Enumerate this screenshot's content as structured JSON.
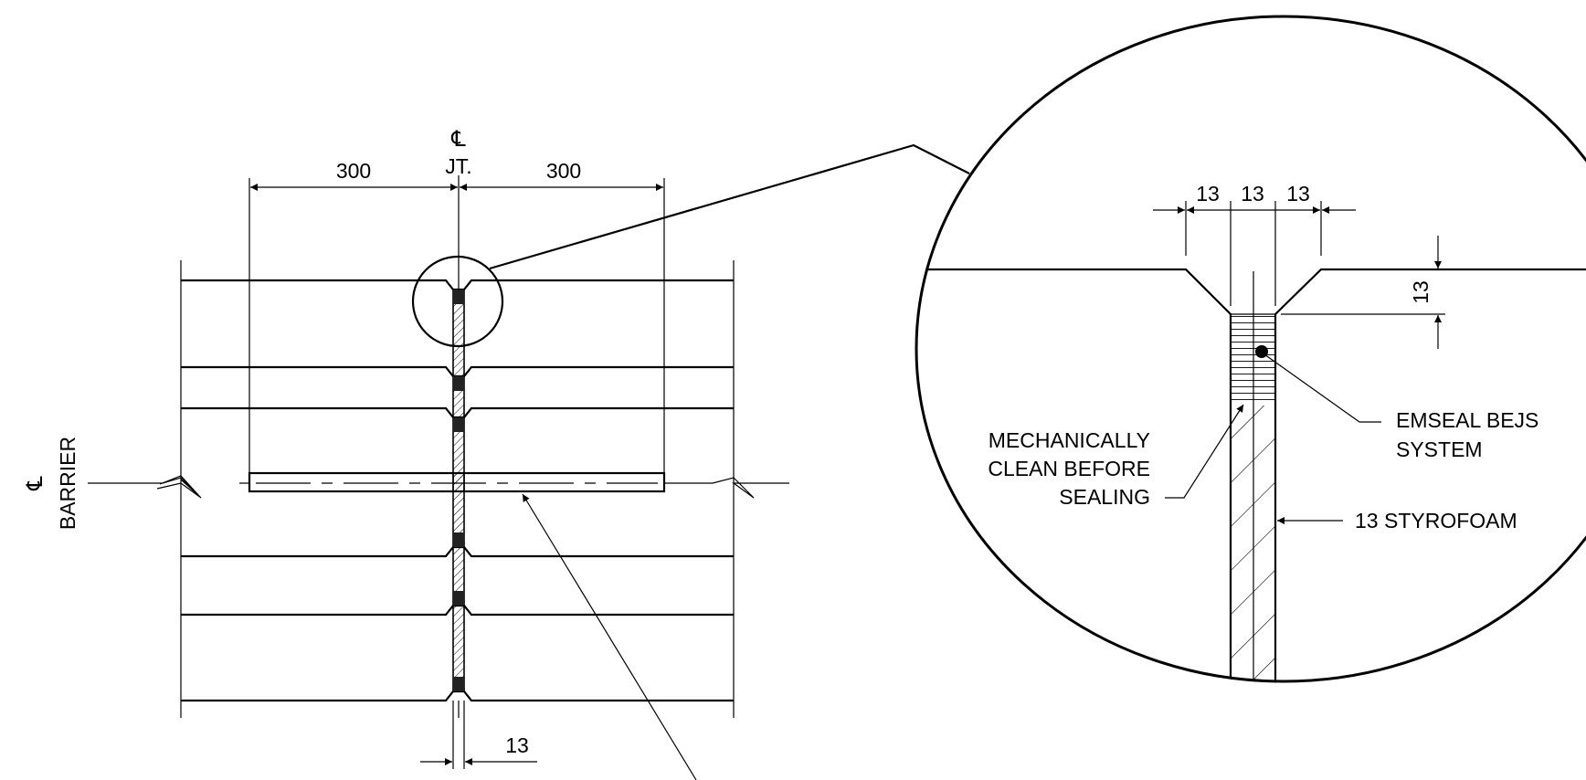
{
  "plan_view": {
    "centerline_joint": {
      "symbol": "℄",
      "label": "JT."
    },
    "centerline_barrier": {
      "symbol": "℄",
      "label": "BARRIER"
    },
    "dimensions": {
      "left_extent": "300",
      "right_extent": "300",
      "joint_width": "13"
    }
  },
  "detail_view": {
    "dimensions": {
      "top_left": "13",
      "top_center": "13",
      "top_right": "13",
      "chamfer_depth": "13"
    },
    "callouts": {
      "emseal_line1": "EMSEAL BEJS",
      "emseal_line2": "SYSTEM",
      "clean_line1": "MECHANICALLY",
      "clean_line2": "CLEAN  BEFORE",
      "clean_line3": "SEALING",
      "styrofoam": "13 STYROFOAM"
    }
  }
}
